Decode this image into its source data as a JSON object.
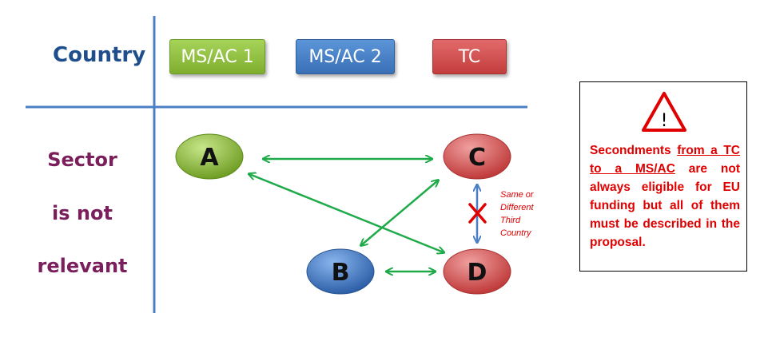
{
  "header": {
    "country_label": "Country"
  },
  "countries": [
    {
      "label": "MS/AC 1",
      "color": "#8dc63f"
    },
    {
      "label": "MS/AC 2",
      "color": "#4a7fc6"
    },
    {
      "label": "TC",
      "color": "#d14b4b"
    }
  ],
  "sector": {
    "line1": "Sector",
    "line2": "is not",
    "line3": "relevant"
  },
  "nodes": {
    "a": "A",
    "b": "B",
    "c": "C",
    "d": "D"
  },
  "note": {
    "line1": "Same or",
    "line2": "Different",
    "line3": "Third",
    "line4": "Country"
  },
  "warning": {
    "icon": "warning-triangle-icon",
    "symbol": "!",
    "text_part1": "Secondments ",
    "text_underlined": "from a TC to a MS/AC",
    "text_part2": " are not always eligible for EU funding but all of them must be described in the proposal."
  },
  "colors": {
    "arrow_green": "#1faa4a",
    "arrow_blue": "#4a7fc6",
    "cross_red": "#e00000"
  }
}
